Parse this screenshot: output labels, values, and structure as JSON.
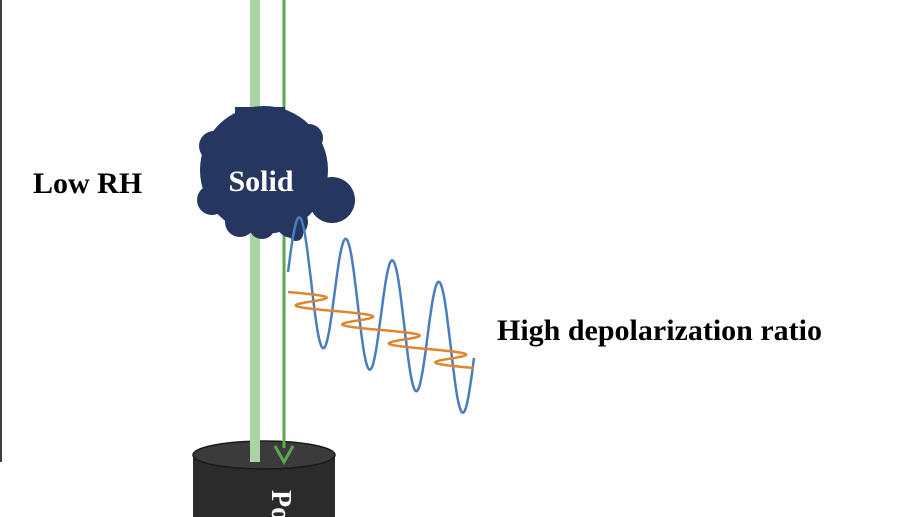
{
  "labels": {
    "condition": "Low RH",
    "particle": "Solid",
    "result": "High depolarization ratio",
    "detector_partial": "Po"
  },
  "colors": {
    "particle": "#253660",
    "beam_light": "#a9d5a2",
    "beam_dark": "#5ba84f",
    "wave_parallel": "#4a7dbe",
    "wave_perpendicular": "#e0862f",
    "detector": "#2b2b2b",
    "detector_top": "#3a3a3a",
    "axis_line": "#000000"
  }
}
